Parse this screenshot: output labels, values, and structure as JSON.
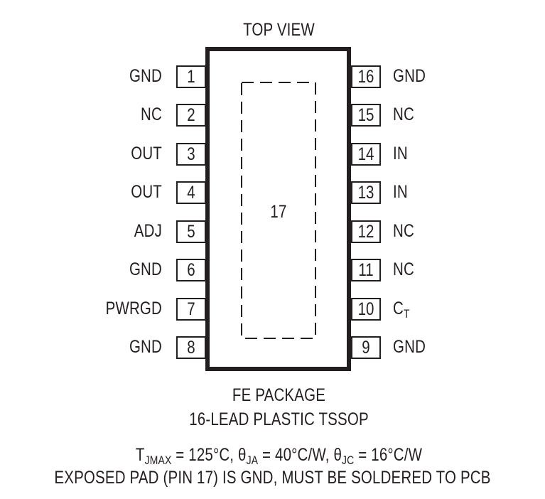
{
  "diagram": {
    "title": "TOP VIEW",
    "exposed_pad_label": "17",
    "left_pins": [
      {
        "number": "1",
        "name": "GND"
      },
      {
        "number": "2",
        "name": "NC"
      },
      {
        "number": "3",
        "name": "OUT"
      },
      {
        "number": "4",
        "name": "OUT"
      },
      {
        "number": "5",
        "name": "ADJ"
      },
      {
        "number": "6",
        "name": "GND"
      },
      {
        "number": "7",
        "name": "PWRGD"
      },
      {
        "number": "8",
        "name": "GND"
      }
    ],
    "right_pins": [
      {
        "number": "16",
        "name": "GND"
      },
      {
        "number": "15",
        "name": "NC"
      },
      {
        "number": "14",
        "name": "IN"
      },
      {
        "number": "13",
        "name": "IN"
      },
      {
        "number": "12",
        "name": "NC"
      },
      {
        "number": "11",
        "name": "NC"
      },
      {
        "number": "10",
        "name": "C",
        "subscript": "T"
      },
      {
        "number": "9",
        "name": "GND"
      }
    ],
    "package_name": "FE PACKAGE",
    "package_type": "16-LEAD PLASTIC TSSOP",
    "thermal": {
      "tj_symbol": "T",
      "tj_sub": "JMAX",
      "tj_value": " = 125°C, ",
      "ja_symbol": "θ",
      "ja_sub": "JA",
      "ja_value": " = 40°C/W, ",
      "jc_symbol": "θ",
      "jc_sub": "JC",
      "jc_value": " = 16°C/W"
    },
    "note": "EXPOSED PAD (PIN 17) IS GND, MUST BE SOLDERED TO PCB"
  }
}
